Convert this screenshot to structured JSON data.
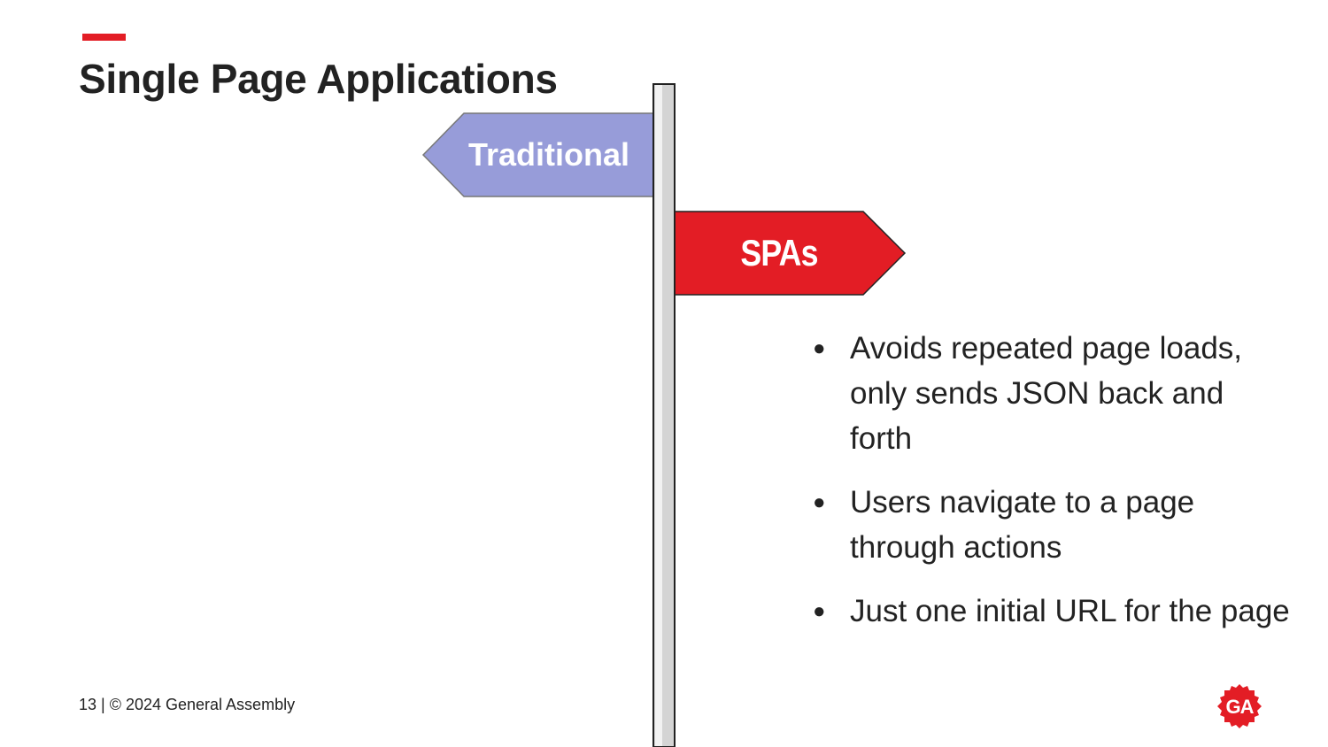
{
  "slide": {
    "title": "Single Page Applications",
    "accent_color": "#e31d25"
  },
  "signpost": {
    "left_sign": {
      "label": "Traditional",
      "color": "#979cd9"
    },
    "right_sign": {
      "label": "SPAs",
      "color": "#e31d25"
    }
  },
  "bullets": [
    {
      "text": "Avoids repeated page loads, only sends JSON back and forth"
    },
    {
      "text": "Users navigate to a page through actions"
    },
    {
      "text": "Just one initial URL for the page"
    }
  ],
  "bullet_marker": "●",
  "footer": {
    "text": "13 | © 2024 General Assembly"
  },
  "logo": {
    "text": "GA",
    "color": "#e31d25",
    "icon": "general-assembly-logo-icon"
  }
}
